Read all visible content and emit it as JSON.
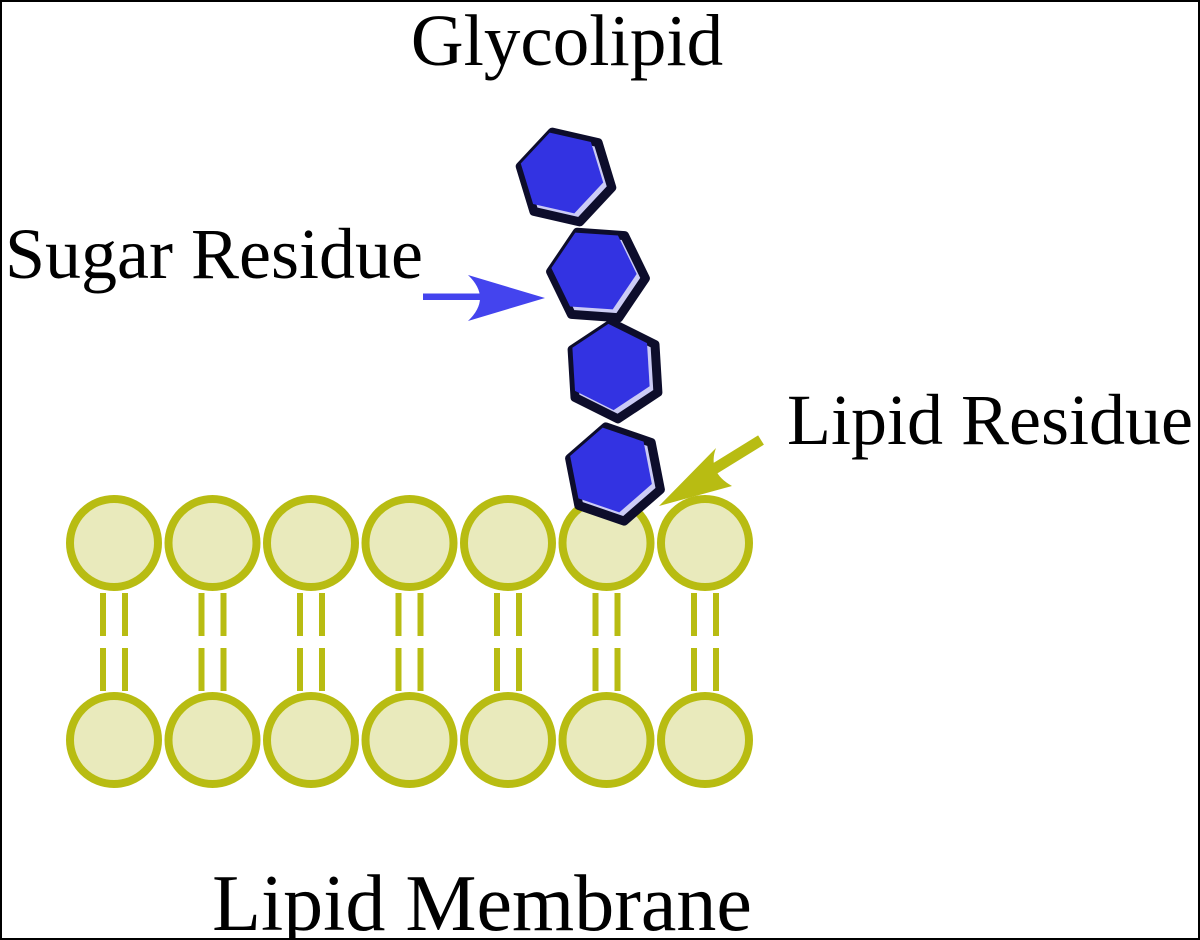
{
  "title": "Glycolipid",
  "labels": {
    "sugar_residue": "Sugar Residue",
    "lipid_residue": "Lipid Residue",
    "lipid_membrane": "Lipid Membrane"
  },
  "colors": {
    "background": "#ffffff",
    "frame": "#000000",
    "text": "#000000",
    "sugar_fill": "#3333e2",
    "sugar_outline": "#0d0d2b",
    "sugar_highlight": "#ccccf5",
    "sugar_arrow": "#4444ee",
    "lipid": "#b8bc12",
    "lipid_head_fill": "#e9eabc"
  },
  "diagram": {
    "sugar_residue_count": 4,
    "membrane": {
      "columns": 7,
      "rows": 2,
      "tails_per_lipid": 2
    }
  }
}
